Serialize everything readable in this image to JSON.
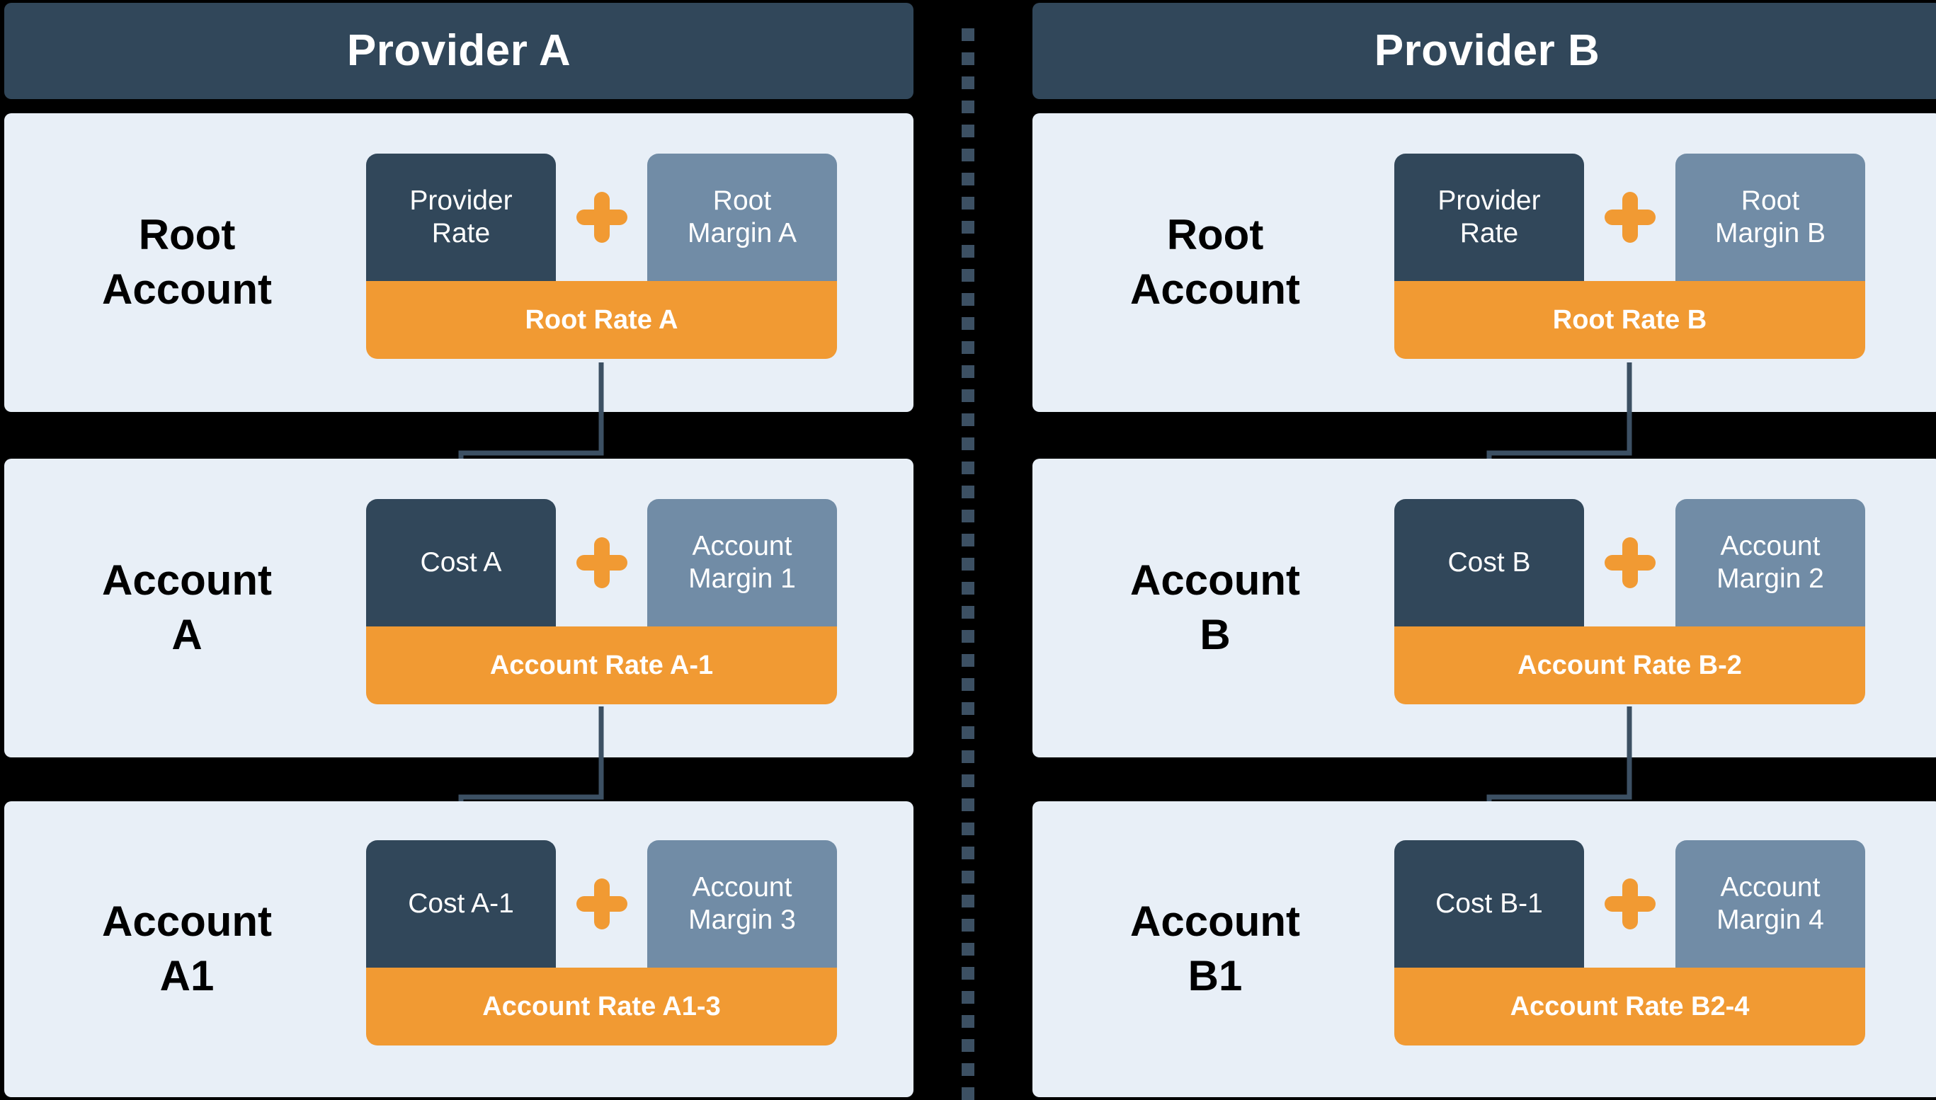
{
  "divider": {
    "icon": "vertical-dotted-divider",
    "dot_count": 45
  },
  "colors": {
    "background": "#000000",
    "header_bar": "#31475A",
    "panel": "#E8EFF7",
    "cost_box": "#31475A",
    "margin_box": "#718CA6",
    "rate_bar": "#F19A33",
    "connector": "#3C5063",
    "label_text": "#000000",
    "box_text": "#FFFFFF"
  },
  "providers": [
    {
      "id": "provider-a",
      "header_title": "Provider A",
      "rows": [
        {
          "id": "root-account-a",
          "label_lines": [
            "Root",
            "Account"
          ],
          "cost_label": "Provider\nRate",
          "plus_icon": "plus-icon",
          "margin_label": "Root\nMargin A",
          "rate_label": "Root Rate A"
        },
        {
          "id": "account-a",
          "label_lines": [
            "Account",
            "A"
          ],
          "cost_label": "Cost A",
          "plus_icon": "plus-icon",
          "margin_label": "Account\nMargin 1",
          "rate_label": "Account Rate A-1"
        },
        {
          "id": "account-a1",
          "label_lines": [
            "Account",
            "A1"
          ],
          "cost_label": "Cost A-1",
          "plus_icon": "plus-icon",
          "margin_label": "Account\nMargin 3",
          "rate_label": "Account Rate A1-3"
        }
      ]
    },
    {
      "id": "provider-b",
      "header_title": "Provider B",
      "rows": [
        {
          "id": "root-account-b",
          "label_lines": [
            "Root",
            "Account"
          ],
          "cost_label": "Provider\nRate",
          "plus_icon": "plus-icon",
          "margin_label": "Root\nMargin B",
          "rate_label": "Root Rate B"
        },
        {
          "id": "account-b",
          "label_lines": [
            "Account",
            "B"
          ],
          "cost_label": "Cost B",
          "plus_icon": "plus-icon",
          "margin_label": "Account\nMargin 2",
          "rate_label": "Account Rate B-2"
        },
        {
          "id": "account-b1",
          "label_lines": [
            "Account",
            "B1"
          ],
          "cost_label": "Cost B-1",
          "plus_icon": "plus-icon",
          "margin_label": "Account\nMargin 4",
          "rate_label": "Account Rate B2-4"
        }
      ]
    }
  ]
}
